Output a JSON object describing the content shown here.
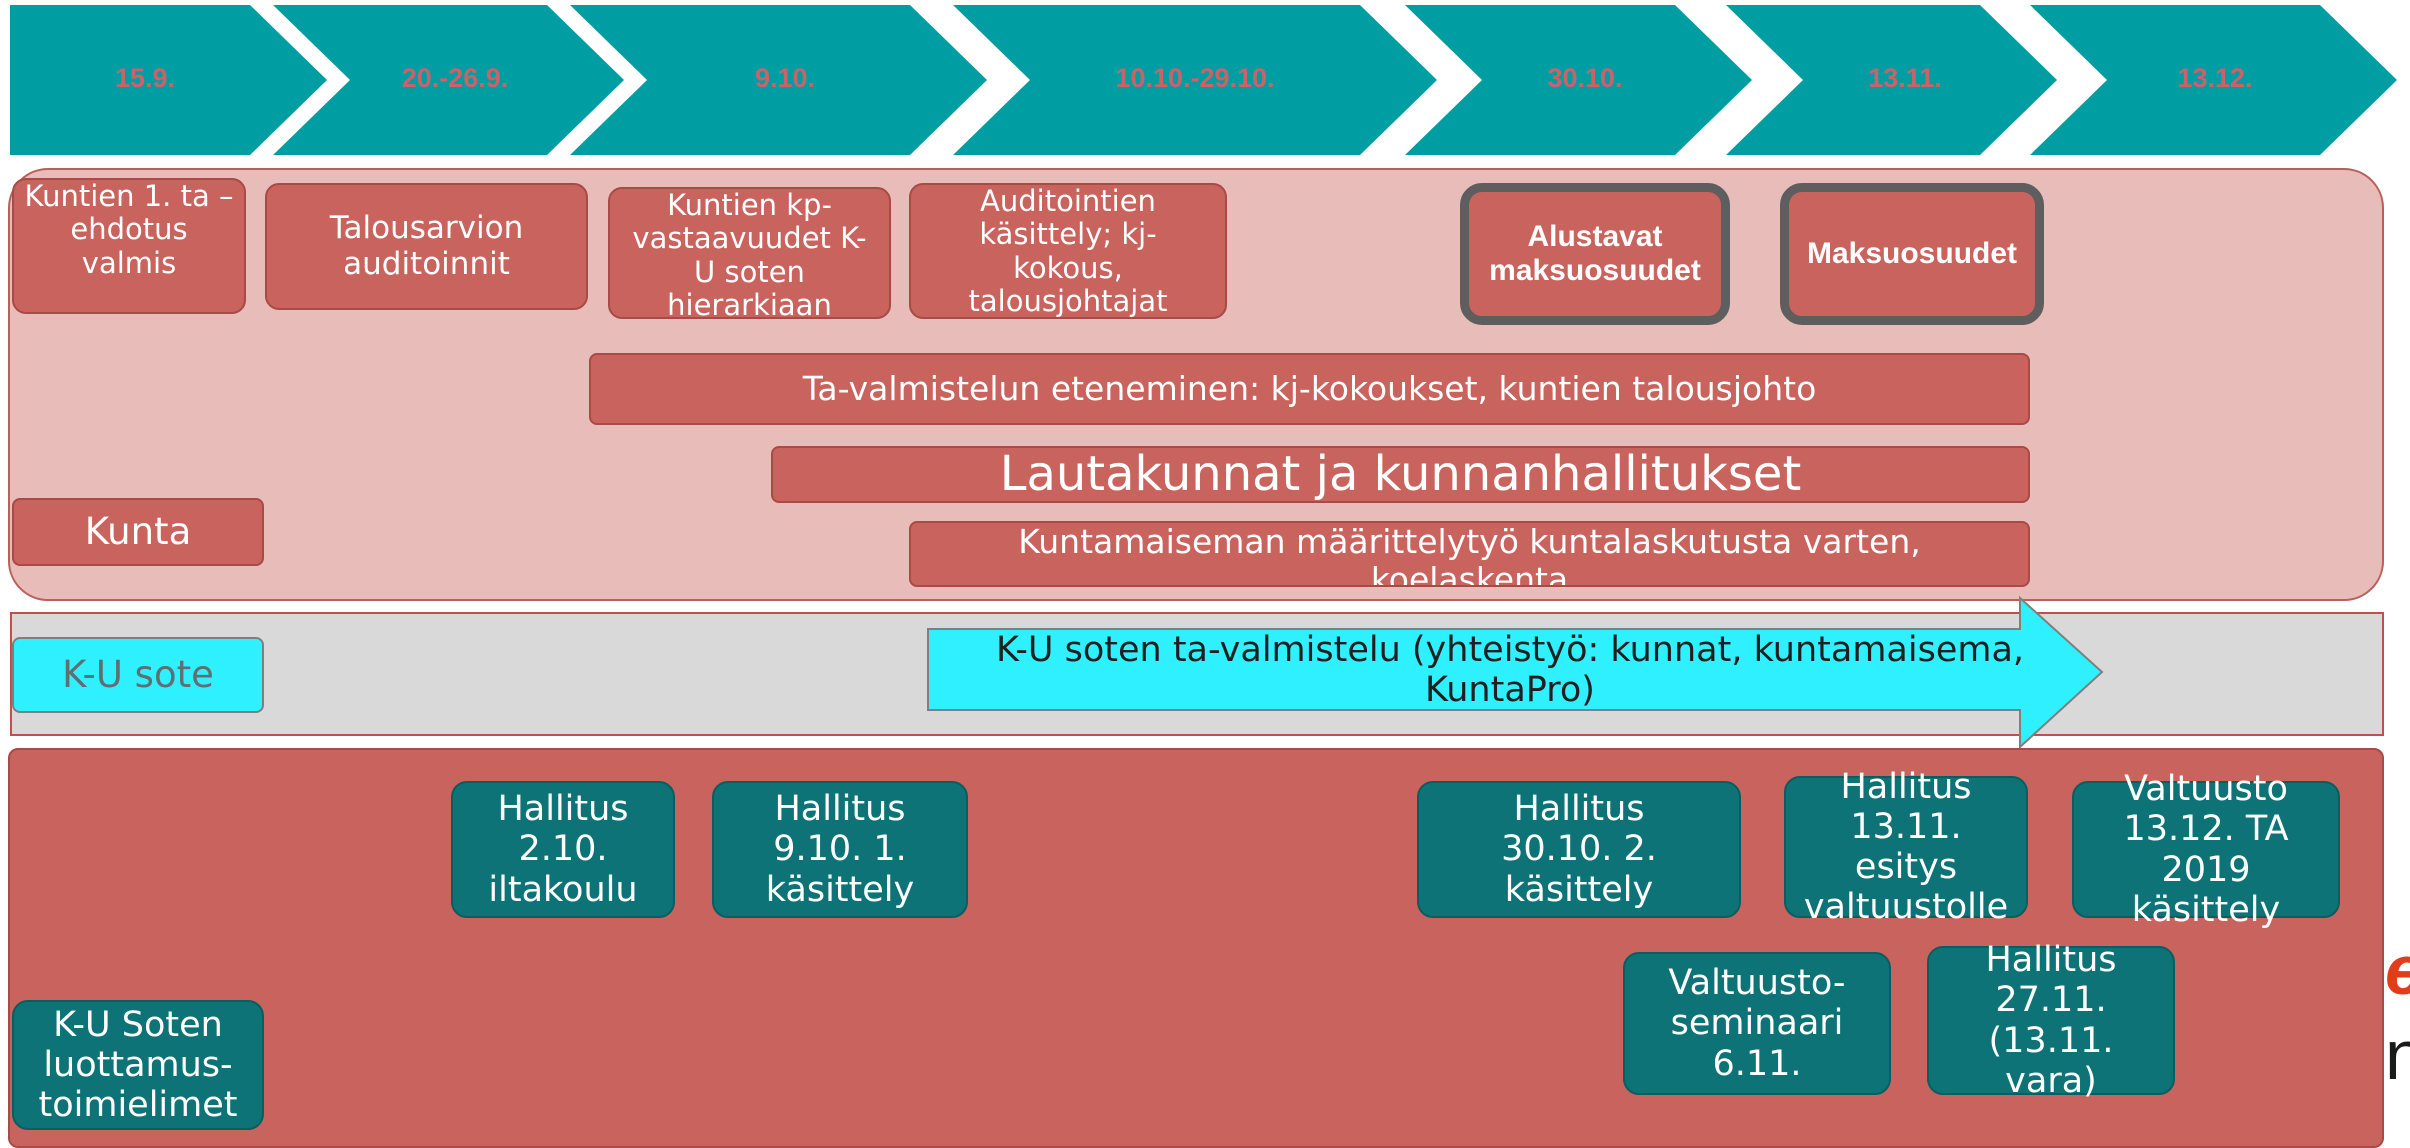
{
  "colors": {
    "chevron": "#009ea2",
    "chevron_text": "#c9636a",
    "kunta_band": "#e8bcb9",
    "kunta_box": "#c9635d",
    "sote_band": "#d9d9d9",
    "sote_arrow": "#2ff0ff",
    "trust_band": "#c9635d",
    "teal_box": "#0e7377"
  },
  "timeline": [
    "15.9.",
    "20.-26.9.",
    "9.10.",
    "10.10.-29.10.",
    "30.10.",
    "13.11.",
    "13.12."
  ],
  "kunta": {
    "box1": "Kuntien 1. ta – ehdotus valmis",
    "box2": "Talousarvion auditoinnit",
    "box3": "Kuntien kp-vastaavuudet K-U soten hierarkiaan",
    "box4": "Auditointien käsittely; kj-kokous, talousjohtajat",
    "box5": "Alustavat maksuosuudet",
    "box6": "Maksuosuudet",
    "bar1": "Ta-valmistelun eteneminen: kj-kokoukset, kuntien talousjohto",
    "bar2": "Lautakunnat ja kunnanhallitukset",
    "bar3": "Kuntamaiseman määrittelytyö kuntalaskutusta varten, koelaskenta",
    "label": "Kunta"
  },
  "sote": {
    "label": "K-U sote",
    "arrow": "K-U soten ta-valmistelu (yhteistyö: kunnat, kuntamaisema, KuntaPro)"
  },
  "trust": {
    "label": "K-U Soten luottamus-toimielimet",
    "items": [
      "Hallitus 2.10. iltakoulu",
      "Hallitus 9.10. 1. käsittely",
      "Hallitus 30.10. 2. käsittely",
      "Hallitus 13.11. esitys valtuustolle",
      "Valtuusto 13.12.  TA 2019 käsittely",
      "Valtuusto-seminaari 6.11.",
      "Hallitus 27.11. (13.11. vara)"
    ]
  },
  "partial_logo": {
    "top": "e",
    "bottom": "n"
  }
}
